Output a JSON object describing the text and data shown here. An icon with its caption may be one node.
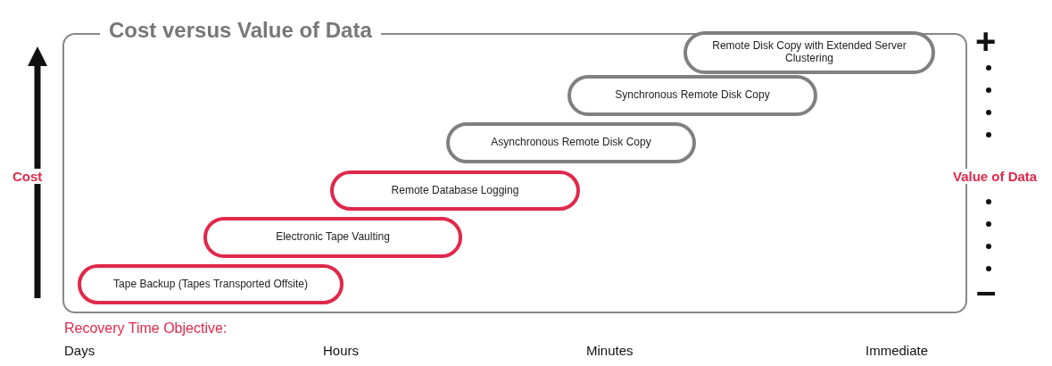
{
  "diagram": {
    "title": "Cost versus Value of Data",
    "nodes": [
      {
        "text": [
          "Tape Backup (Tapes Transported Offsite)"
        ]
      },
      {
        "text": [
          "Electronic Tape Vaulting"
        ]
      },
      {
        "text": [
          "Remote Database Logging"
        ]
      },
      {
        "text": [
          "Asynchronous Remote Disk Copy"
        ]
      },
      {
        "text": [
          "Synchronous Remote Disk Copy"
        ]
      },
      {
        "text": [
          "Remote Disk Copy with Extended Server Clustering"
        ]
      }
    ],
    "edges": [],
    "labels": [
      "+",
      "Cost",
      "Value of Data",
      "–",
      "Recovery Time Objective:",
      "Days",
      "Hours",
      "Minutes",
      "Immediate"
    ]
  }
}
